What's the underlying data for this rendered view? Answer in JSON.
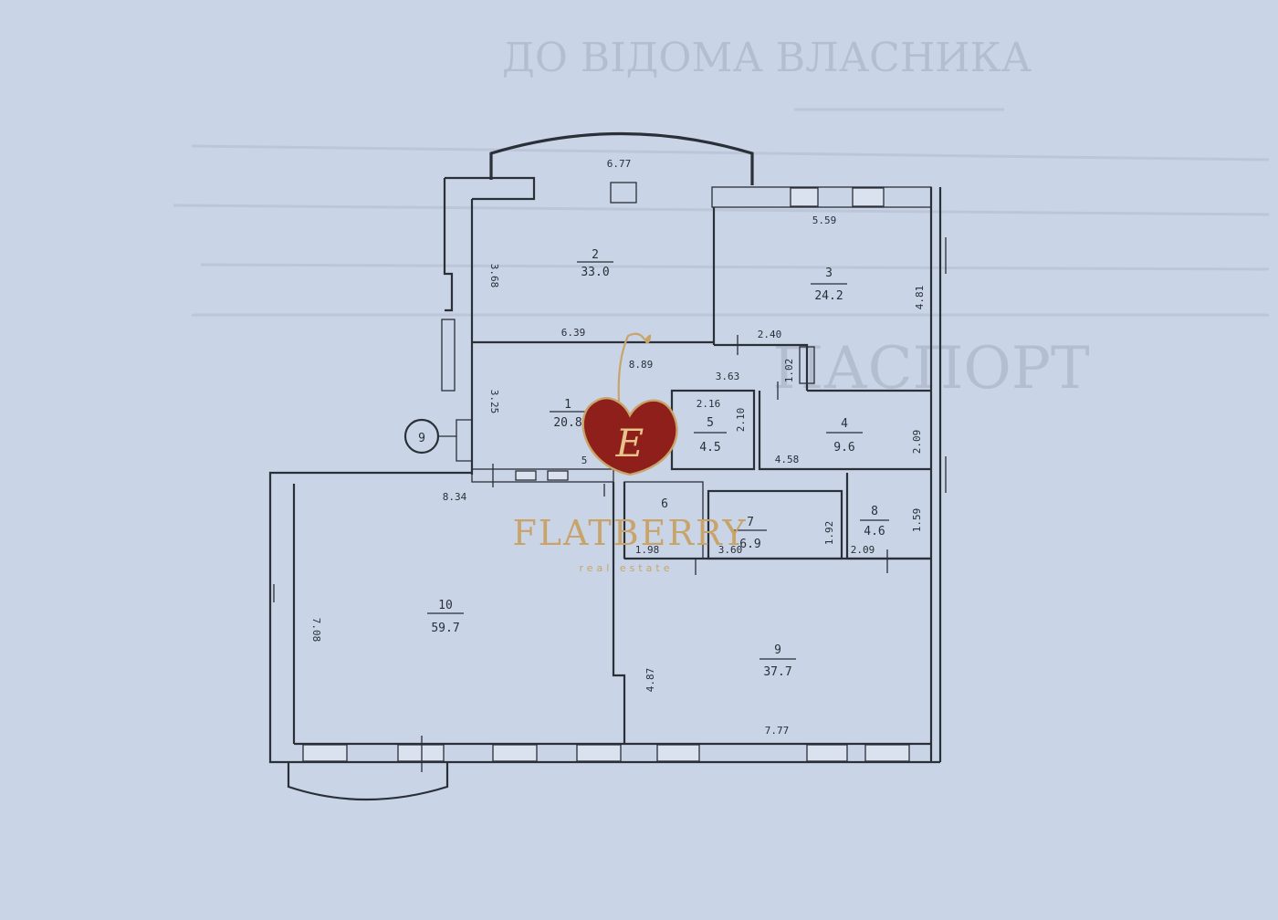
{
  "colors": {
    "paper": "#c9d5e6",
    "ink": "#2a2f38",
    "logo_red": "#8e1f1b",
    "logo_gold": "#c8a46a"
  },
  "watermark": {
    "brand": "FLATBERRY",
    "subtitle": "real estate",
    "icon": "cherry-logo-icon"
  },
  "background_text": [
    {
      "text": "ДО ВІДОМА ВЛАСНИКА"
    },
    {
      "text": "ПАСПОРТ"
    }
  ],
  "rooms": [
    {
      "number": "1",
      "area": "20.8"
    },
    {
      "number": "2",
      "area": "33.0"
    },
    {
      "number": "3",
      "area": "24.2"
    },
    {
      "number": "4",
      "area": "9.6"
    },
    {
      "number": "5",
      "area": "4.5"
    },
    {
      "number": "6",
      "area": ""
    },
    {
      "number": "7",
      "area": "6.9"
    },
    {
      "number": "8",
      "area": "4.6"
    },
    {
      "number": "9",
      "area": "37.7"
    },
    {
      "number": "10",
      "area": "59.7"
    }
  ],
  "stair_marker": "9",
  "dimensions": [
    "6.77",
    "5.59",
    "3.68",
    "4.81",
    "6.39",
    "2.40",
    "8.89",
    "3.63",
    "1.02",
    "3.25",
    "2.16",
    "2.10",
    "2.09",
    "4.58",
    "8.34",
    "1.98",
    "3.60",
    "1.92",
    "2.09",
    "1.59",
    "7.08",
    "4.87",
    "7.77",
    "5"
  ]
}
